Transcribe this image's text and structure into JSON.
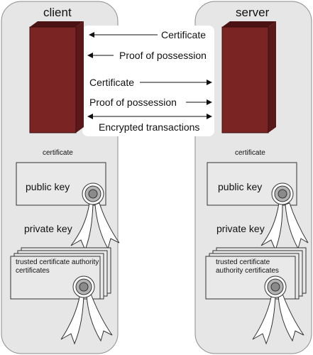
{
  "panels": {
    "client": {
      "title": "client"
    },
    "server": {
      "title": "server"
    }
  },
  "messages": [
    {
      "label": "Certificate",
      "direction": "to-client"
    },
    {
      "label": "Proof of possession",
      "direction": "to-client"
    },
    {
      "label": "Certificate",
      "direction": "to-server"
    },
    {
      "label": "Proof of possession",
      "direction": "to-server"
    },
    {
      "label": "Encrypted transactions",
      "direction": "both"
    }
  ],
  "client": {
    "certificate_caption": "certificate",
    "public_key": "public key",
    "private_key": "private key",
    "trusted_ca": "trusted certificate authority certificates"
  },
  "server": {
    "certificate_caption": "certificate",
    "public_key": "public key",
    "private_key": "private key",
    "trusted_ca": "trusted certificate authority certificates"
  },
  "colors": {
    "panel_fill": "#e6e6e6",
    "panel_stroke": "#8c8c8c",
    "computer_fill": "#7a2424",
    "computer_dark": "#4a1212",
    "card_fill": "#e9e9ea",
    "seal_fill": "#9a9a9a"
  }
}
